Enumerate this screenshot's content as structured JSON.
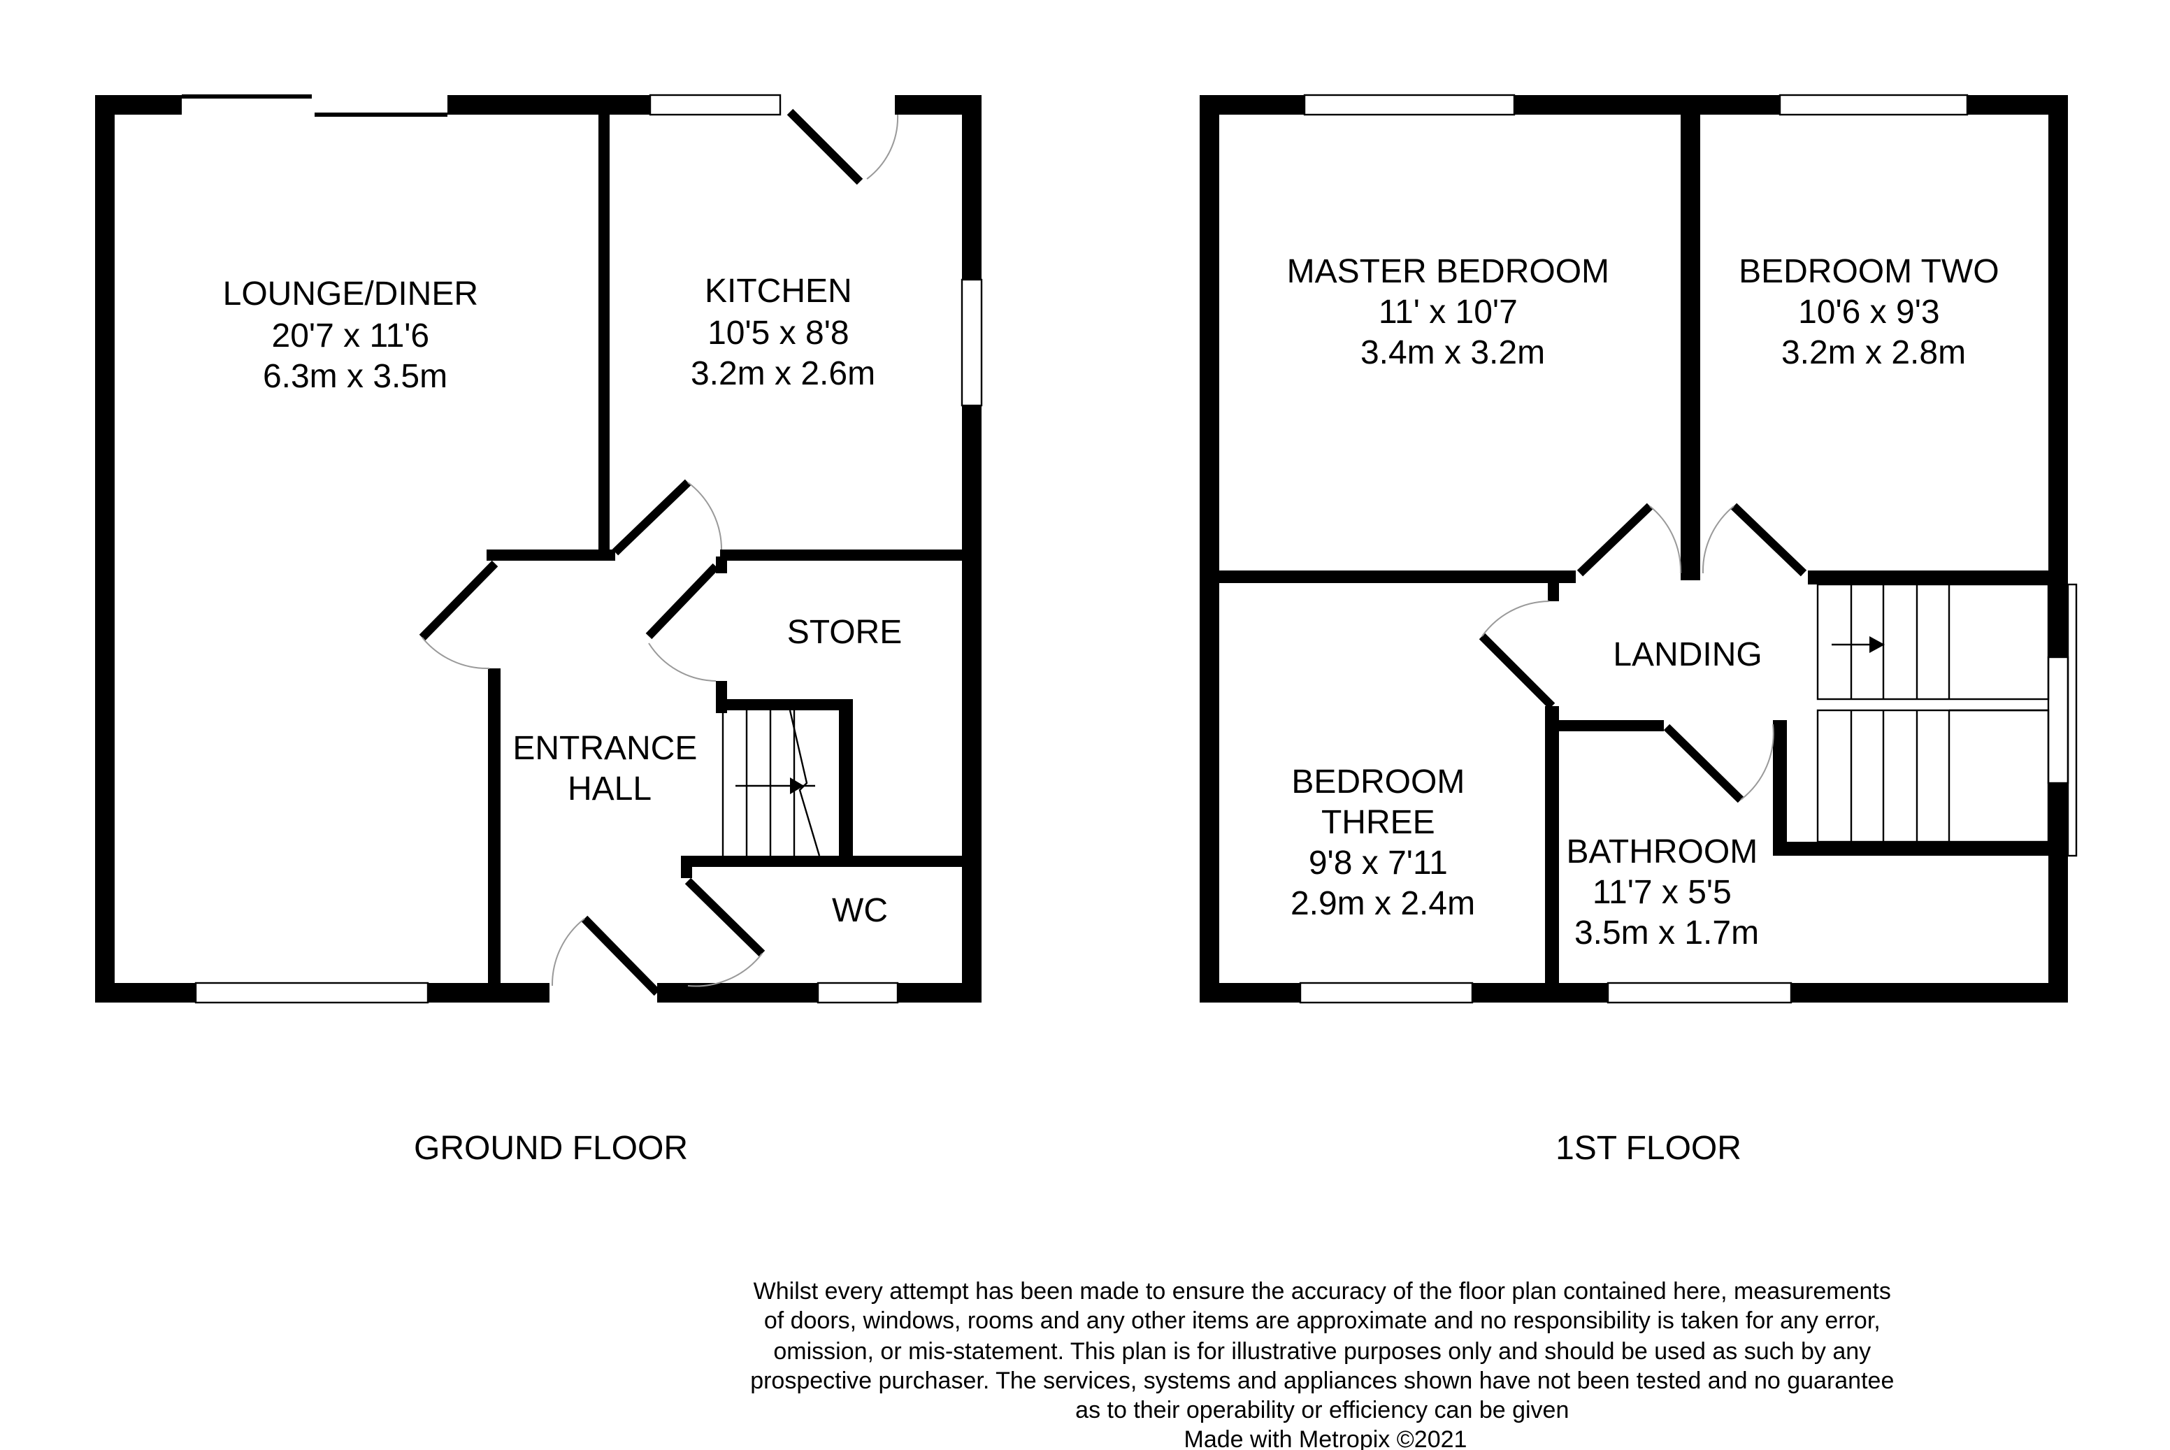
{
  "ground_floor": {
    "label": "GROUND FLOOR",
    "rooms": [
      {
        "name": "LOUNGE/DINER",
        "imperial": "20'7 x 11'6",
        "metric": "6.3m x 3.5m"
      },
      {
        "name": "KITCHEN",
        "imperial": "10'5 x 8'8",
        "metric": "3.2m x 2.6m"
      },
      {
        "name": "STORE"
      },
      {
        "name": "ENTRANCE",
        "name2": "HALL"
      },
      {
        "name": "WC"
      }
    ]
  },
  "first_floor": {
    "label": "1ST FLOOR",
    "rooms": [
      {
        "name": "MASTER BEDROOM",
        "imperial": "11' x 10'7",
        "metric": "3.4m x 3.2m"
      },
      {
        "name": "BEDROOM TWO",
        "imperial": "10'6 x 9'3",
        "metric": "3.2m x 2.8m"
      },
      {
        "name": "LANDING"
      },
      {
        "name": "BEDROOM",
        "name2": "THREE",
        "imperial": "9'8 x 7'11",
        "metric": "2.9m x 2.4m"
      },
      {
        "name": "BATHROOM",
        "imperial": "11'7 x 5'5",
        "metric": "3.5m x 1.7m"
      }
    ]
  },
  "disclaimer": [
    "Whilst every attempt has been made to ensure the accuracy of the floor plan contained here, measurements",
    "of doors, windows, rooms and any other items are approximate and no responsibility is taken for any error,",
    "omission, or mis-statement. This plan is for illustrative purposes only and should be used as such by any",
    "prospective purchaser. The services, systems and appliances shown have not been tested and no guarantee",
    "as to their operability or efficiency can be given",
    "Made with Metropix ©2021"
  ]
}
